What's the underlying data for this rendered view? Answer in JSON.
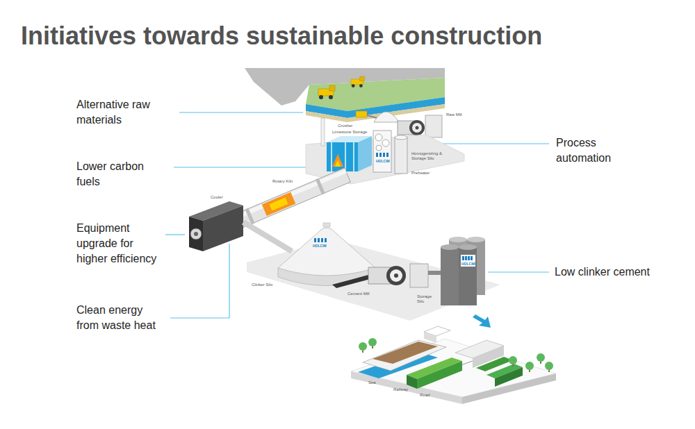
{
  "diagram": {
    "title": "Initiatives towards sustainable construction",
    "labels": [
      "Alternative raw materials",
      "Raw Mill",
      "Crusher",
      "Limestone Storage",
      "Process automation",
      "HOLCIM",
      "Homogenizing & Storage Silo",
      "Lower carbon fuels",
      "Preheater",
      "Rotary Kiln",
      "Cooler",
      "Equipment upgrade for higher efficiency",
      "HOLCIM",
      "HOLCIM",
      "Low clinker cement",
      "Clinker Silo",
      "Cement Mill",
      "Storage Silo",
      "Clean energy from waste heat",
      "Sea",
      "Railway",
      "Road"
    ]
  }
}
